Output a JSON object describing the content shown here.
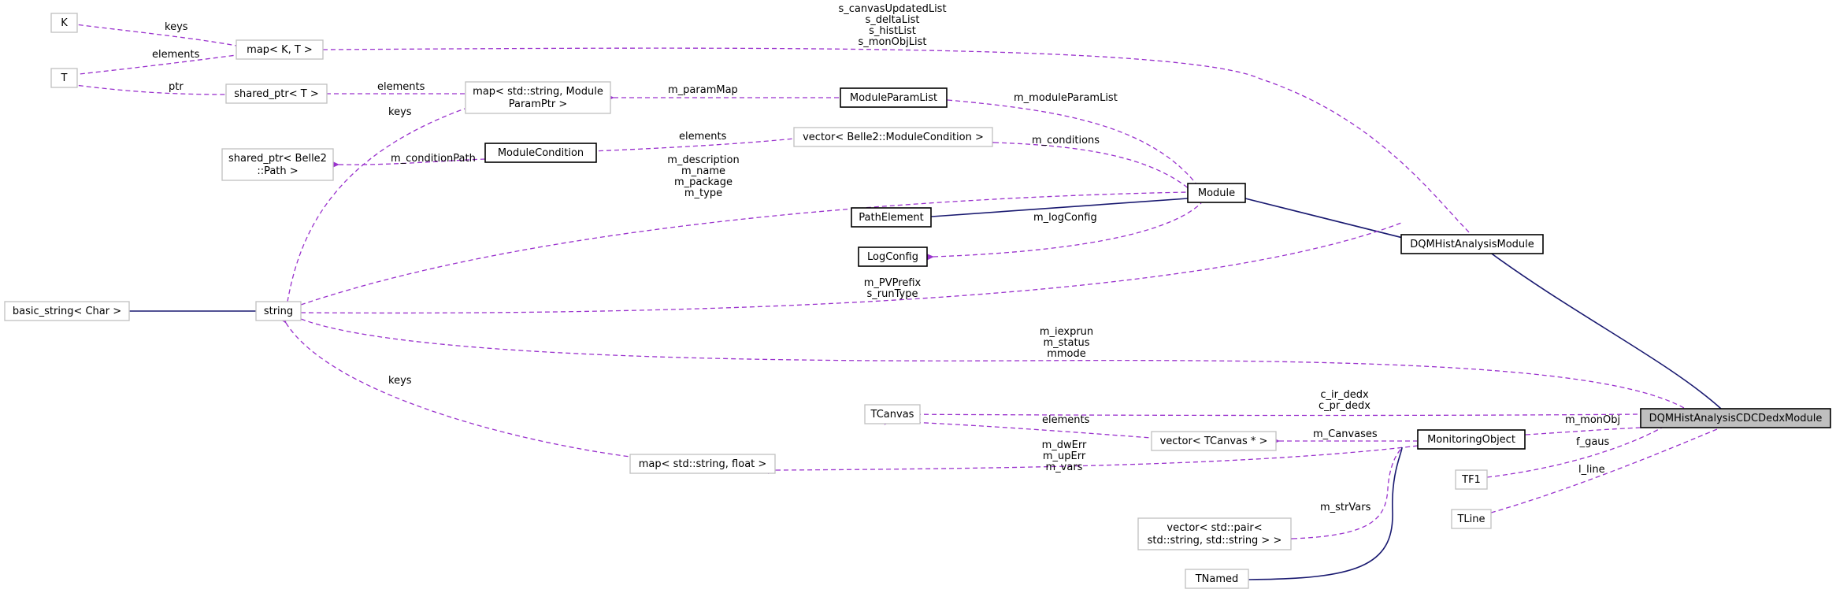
{
  "nodes": {
    "K": "K",
    "T": "T",
    "map_kt": "map< K, T >",
    "shared_ptr_t": "shared_ptr< T >",
    "map_param_1": "map< std::string, Module",
    "map_param_2": "ParamPtr >",
    "module_param_list": "ModuleParamList",
    "shared_ptr_path_1": "shared_ptr< Belle2",
    "shared_ptr_path_2": "::Path >",
    "module_condition": "ModuleCondition",
    "vector_module_condition": "vector< Belle2::ModuleCondition >",
    "module": "Module",
    "path_element": "PathElement",
    "log_config": "LogConfig",
    "dqm_hist_analysis_module": "DQMHistAnalysisModule",
    "basic_string": "basic_string< Char >",
    "string": "string",
    "tcanvas": "TCanvas",
    "vector_tcanvas": "vector< TCanvas * >",
    "monitoring_object": "MonitoringObject",
    "dqm_cdc_dedx": "DQMHistAnalysisCDCDedxModule",
    "map_float": "map< std::string, float >",
    "tf1": "TF1",
    "tline": "TLine",
    "vector_pair_1": "vector< std::pair<",
    "vector_pair_2": "std::string, std::string > >",
    "tnamed": "TNamed"
  },
  "edge_labels": {
    "keys_k": "keys",
    "elements_t": "elements",
    "ptr": "ptr",
    "elements_shared": "elements",
    "m_paramMap": "m_paramMap",
    "keys_string": "keys",
    "m_moduleParamList": "m_moduleParamList",
    "elements_condition": "elements",
    "m_conditionPath": "m_conditionPath",
    "m_conditions": "m_conditions",
    "module_strings": [
      "m_description",
      "m_name",
      "m_package",
      "m_type"
    ],
    "m_logConfig": "m_logConfig",
    "static_lists": [
      "s_canvasUpdatedList",
      "s_deltaList",
      "s_histList",
      "s_monObjList"
    ],
    "pv_prefix": [
      "m_PVPrefix",
      "s_runType"
    ],
    "iexprun": [
      "m_iexprun",
      "m_status",
      "mmode"
    ],
    "canvases": [
      "c_ir_dedx",
      "c_pr_dedx"
    ],
    "elements_tcanvas": "elements",
    "m_monObj": "m_monObj",
    "m_Canvases": "m_Canvases",
    "keys_float": "keys",
    "err_vars": [
      "m_dwErr",
      "m_upErr",
      "m_vars"
    ],
    "f_gaus": "f_gaus",
    "l_line": "l_line",
    "m_strVars": "m_strVars"
  },
  "colors": {
    "association_edge": "#9a32cd",
    "inheritance_edge": "#191970",
    "focus_node_fill": "#bfbfbf",
    "external_node_border": "#bfbfbf",
    "documented_node_border": "#000000"
  }
}
